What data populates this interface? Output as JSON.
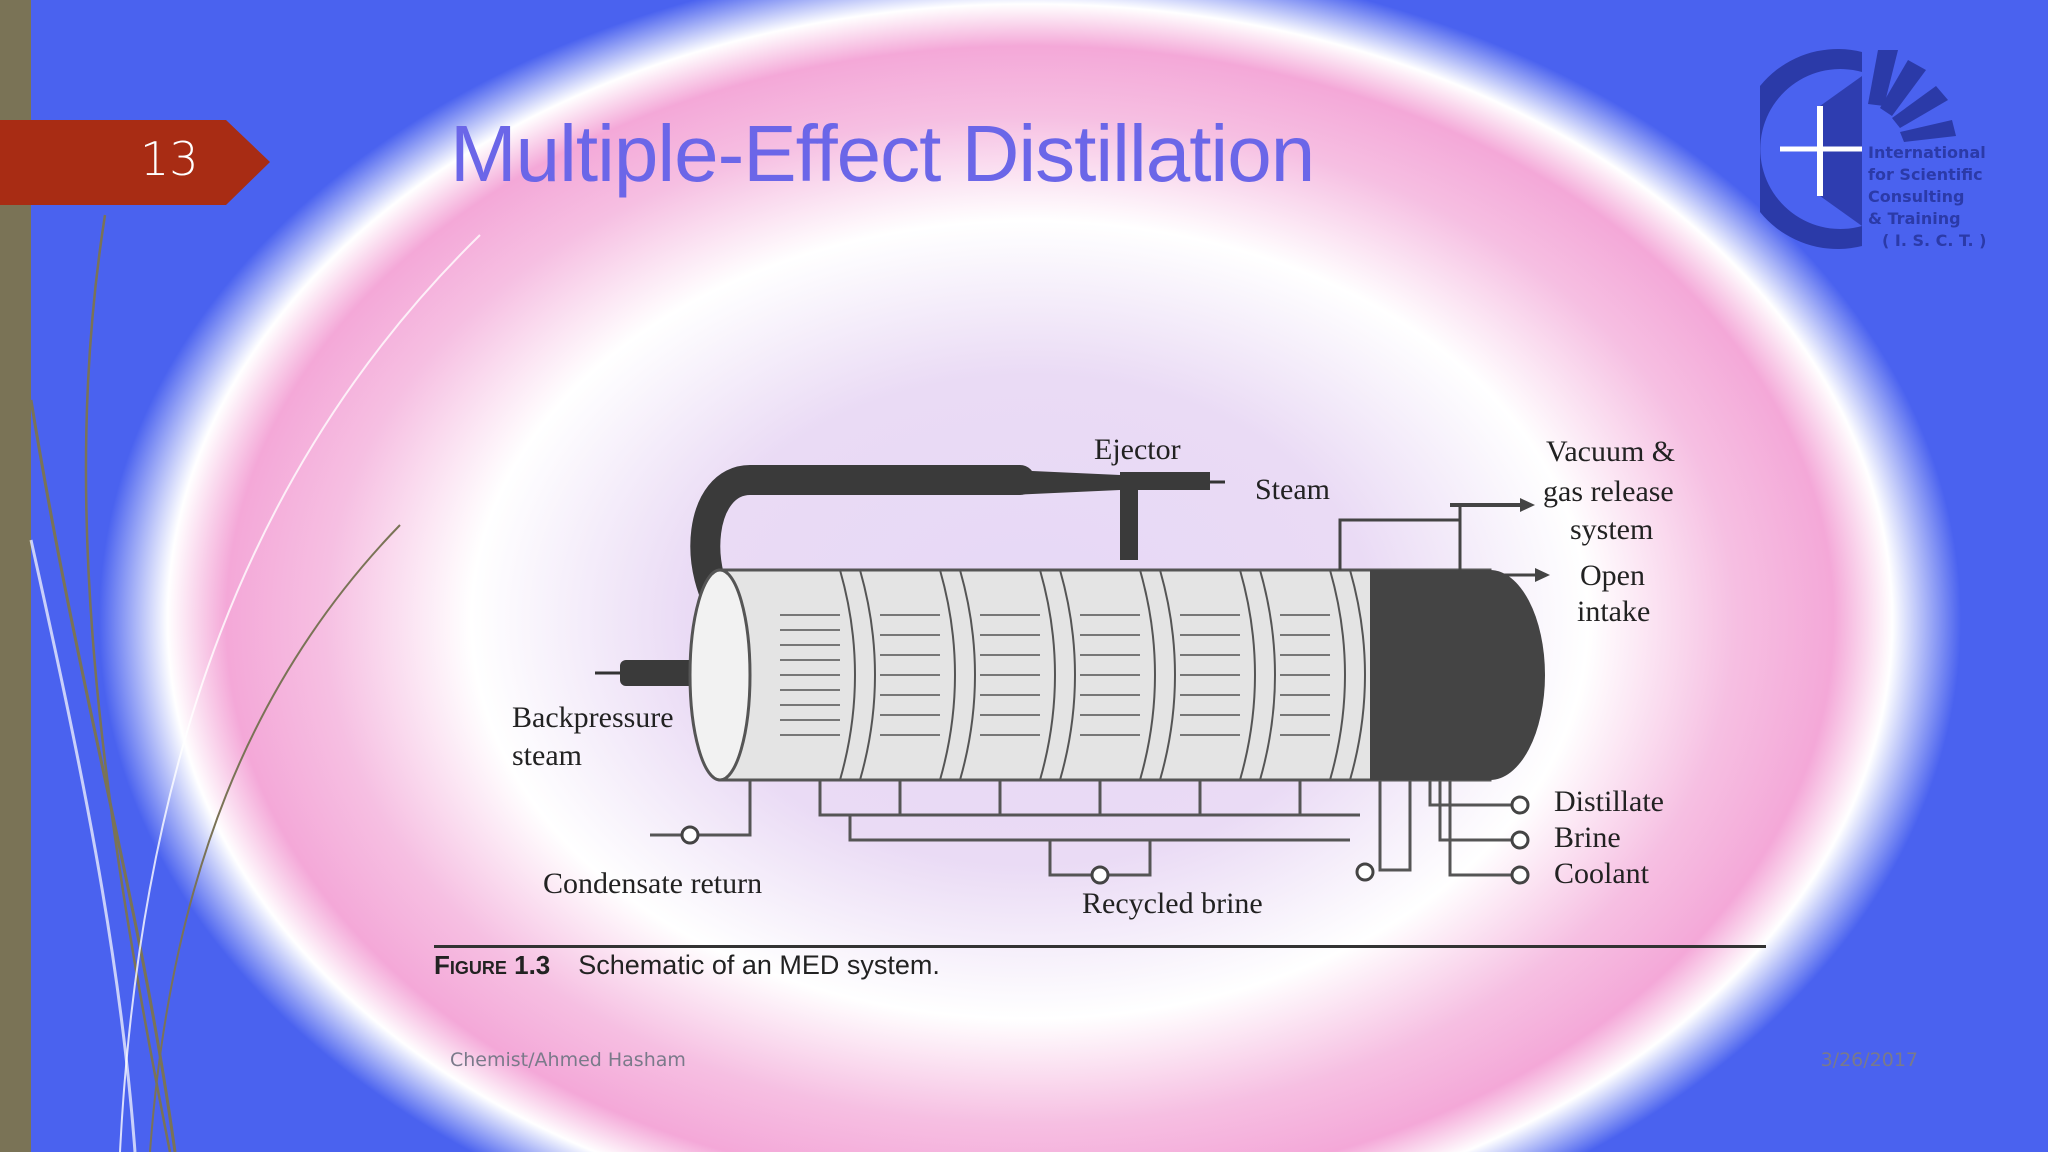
{
  "slide": {
    "number": "13",
    "title": "Multiple-Effect Distillation",
    "footer_author": "Chemist/Ahmed Hasham",
    "footer_date": "3/26/2017"
  },
  "logo": {
    "lines": [
      "International",
      "for Scientific",
      "Consulting",
      "& Training",
      "( I. S. C. T. )"
    ]
  },
  "figure": {
    "caption_label": "Figure 1.3",
    "caption_text": "Schematic of an MED system.",
    "labels": {
      "ejector": "Ejector",
      "steam": "Steam",
      "vacuum_1": "Vacuum &",
      "vacuum_2": "gas release",
      "vacuum_3": "system",
      "open_1": "Open",
      "open_2": "intake",
      "back_1": "Backpressure",
      "back_2": "steam",
      "condensate": "Condensate return",
      "recycled": "Recycled brine",
      "distillate": "Distillate",
      "brine": "Brine",
      "coolant": "Coolant"
    }
  },
  "colors": {
    "accent_title": "#6b66e8",
    "tag": "#a82c14",
    "left_bar": "#7a7356",
    "logo_blue": "#2b3aa8"
  }
}
